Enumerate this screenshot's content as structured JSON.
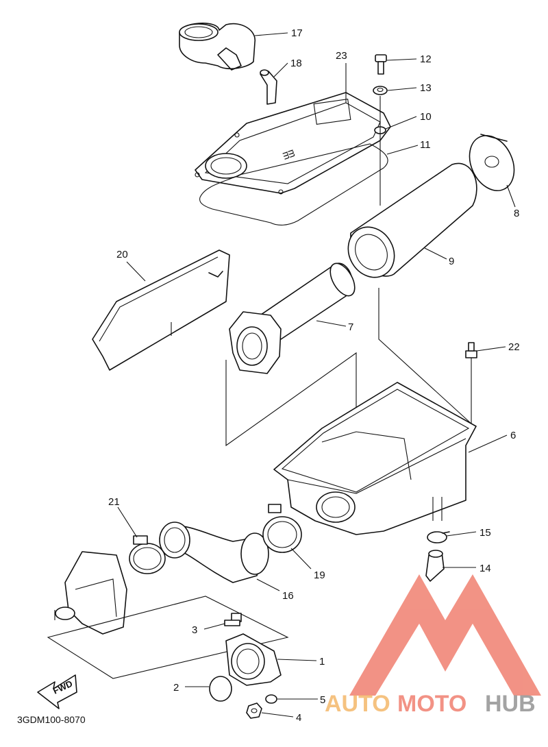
{
  "diagram_code": "3GDM100-8070",
  "fwd_label": "FWD",
  "watermark": {
    "part1": "AUTO",
    "part2": "MOTO",
    "part3": "HUB",
    "color_red": "#f08070",
    "color_orange": "#f4b86a",
    "color_gray": "#9a9a9a"
  },
  "callouts": [
    {
      "id": "c17",
      "text": "17"
    },
    {
      "id": "c18",
      "text": "18"
    },
    {
      "id": "c23",
      "text": "23"
    },
    {
      "id": "c12",
      "text": "12"
    },
    {
      "id": "c13",
      "text": "13"
    },
    {
      "id": "c10",
      "text": "10"
    },
    {
      "id": "c11",
      "text": "11"
    },
    {
      "id": "c8",
      "text": "8"
    },
    {
      "id": "c9",
      "text": "9"
    },
    {
      "id": "c20",
      "text": "20"
    },
    {
      "id": "c7",
      "text": "7"
    },
    {
      "id": "c22",
      "text": "22"
    },
    {
      "id": "c6",
      "text": "6"
    },
    {
      "id": "c21",
      "text": "21"
    },
    {
      "id": "c19",
      "text": "19"
    },
    {
      "id": "c15",
      "text": "15"
    },
    {
      "id": "c14",
      "text": "14"
    },
    {
      "id": "c16",
      "text": "16"
    },
    {
      "id": "c3",
      "text": "3"
    },
    {
      "id": "c1",
      "text": "1"
    },
    {
      "id": "c2",
      "text": "2"
    },
    {
      "id": "c5",
      "text": "5"
    },
    {
      "id": "c4",
      "text": "4"
    }
  ]
}
